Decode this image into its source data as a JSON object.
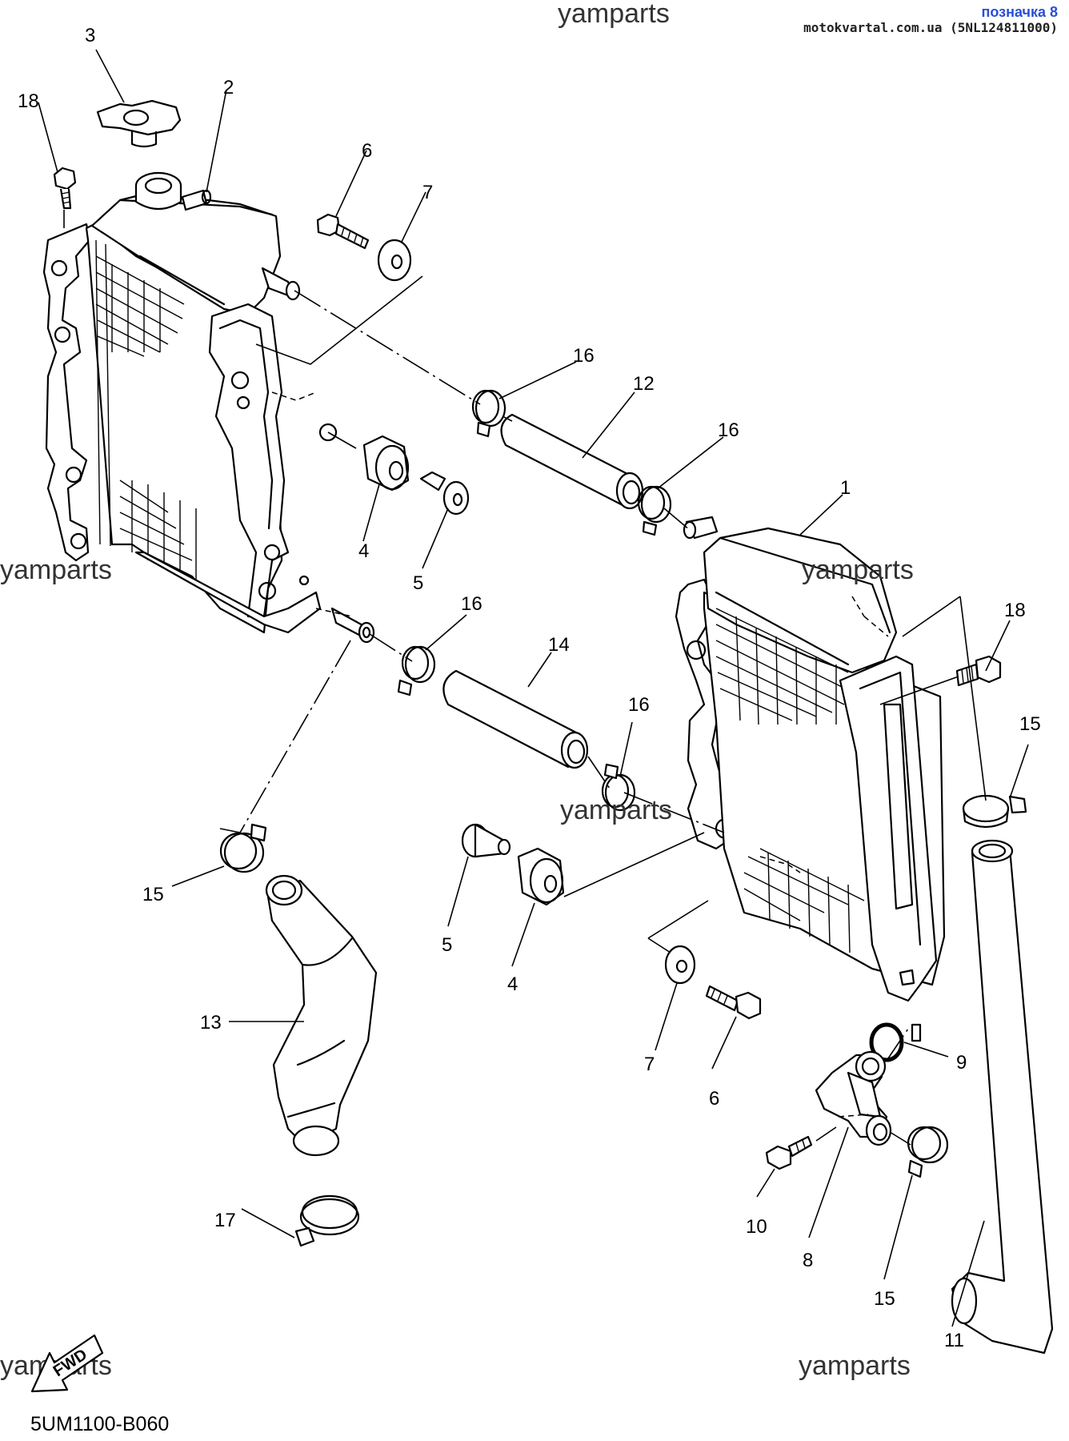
{
  "header": {
    "label": "позначка 8",
    "source": "motokvartal.com.ua (5NL124811000)"
  },
  "watermark": "yamparts",
  "diagram_code": "5UM1100-B060",
  "fwd_label": "FWD",
  "callouts": [
    {
      "id": "c1",
      "text": "1"
    },
    {
      "id": "c2",
      "text": "2"
    },
    {
      "id": "c3",
      "text": "3"
    },
    {
      "id": "c4a",
      "text": "4"
    },
    {
      "id": "c4b",
      "text": "4"
    },
    {
      "id": "c5a",
      "text": "5"
    },
    {
      "id": "c5b",
      "text": "5"
    },
    {
      "id": "c6a",
      "text": "6"
    },
    {
      "id": "c6b",
      "text": "6"
    },
    {
      "id": "c7a",
      "text": "7"
    },
    {
      "id": "c7b",
      "text": "7"
    },
    {
      "id": "c8",
      "text": "8"
    },
    {
      "id": "c9",
      "text": "9"
    },
    {
      "id": "c10",
      "text": "10"
    },
    {
      "id": "c11",
      "text": "11"
    },
    {
      "id": "c12",
      "text": "12"
    },
    {
      "id": "c13",
      "text": "13"
    },
    {
      "id": "c14",
      "text": "14"
    },
    {
      "id": "c15a",
      "text": "15"
    },
    {
      "id": "c15b",
      "text": "15"
    },
    {
      "id": "c15c",
      "text": "15"
    },
    {
      "id": "c16a",
      "text": "16"
    },
    {
      "id": "c16b",
      "text": "16"
    },
    {
      "id": "c16c",
      "text": "16"
    },
    {
      "id": "c16d",
      "text": "16"
    },
    {
      "id": "c17",
      "text": "17"
    },
    {
      "id": "c18a",
      "text": "18"
    },
    {
      "id": "c18b",
      "text": "18"
    }
  ]
}
